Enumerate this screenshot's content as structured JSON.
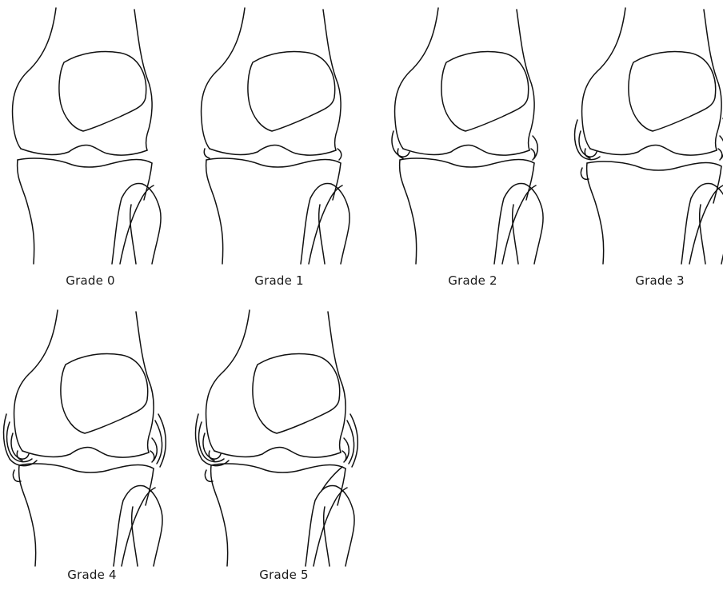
{
  "figure": {
    "panels": [
      {
        "caption": "Grade 0",
        "grade": 0
      },
      {
        "caption": "Grade 1",
        "grade": 1
      },
      {
        "caption": "Grade 2",
        "grade": 2
      },
      {
        "caption": "Grade 3",
        "grade": 3
      },
      {
        "caption": "Grade 4",
        "grade": 4
      },
      {
        "caption": "Grade 5",
        "grade": 5
      }
    ]
  }
}
